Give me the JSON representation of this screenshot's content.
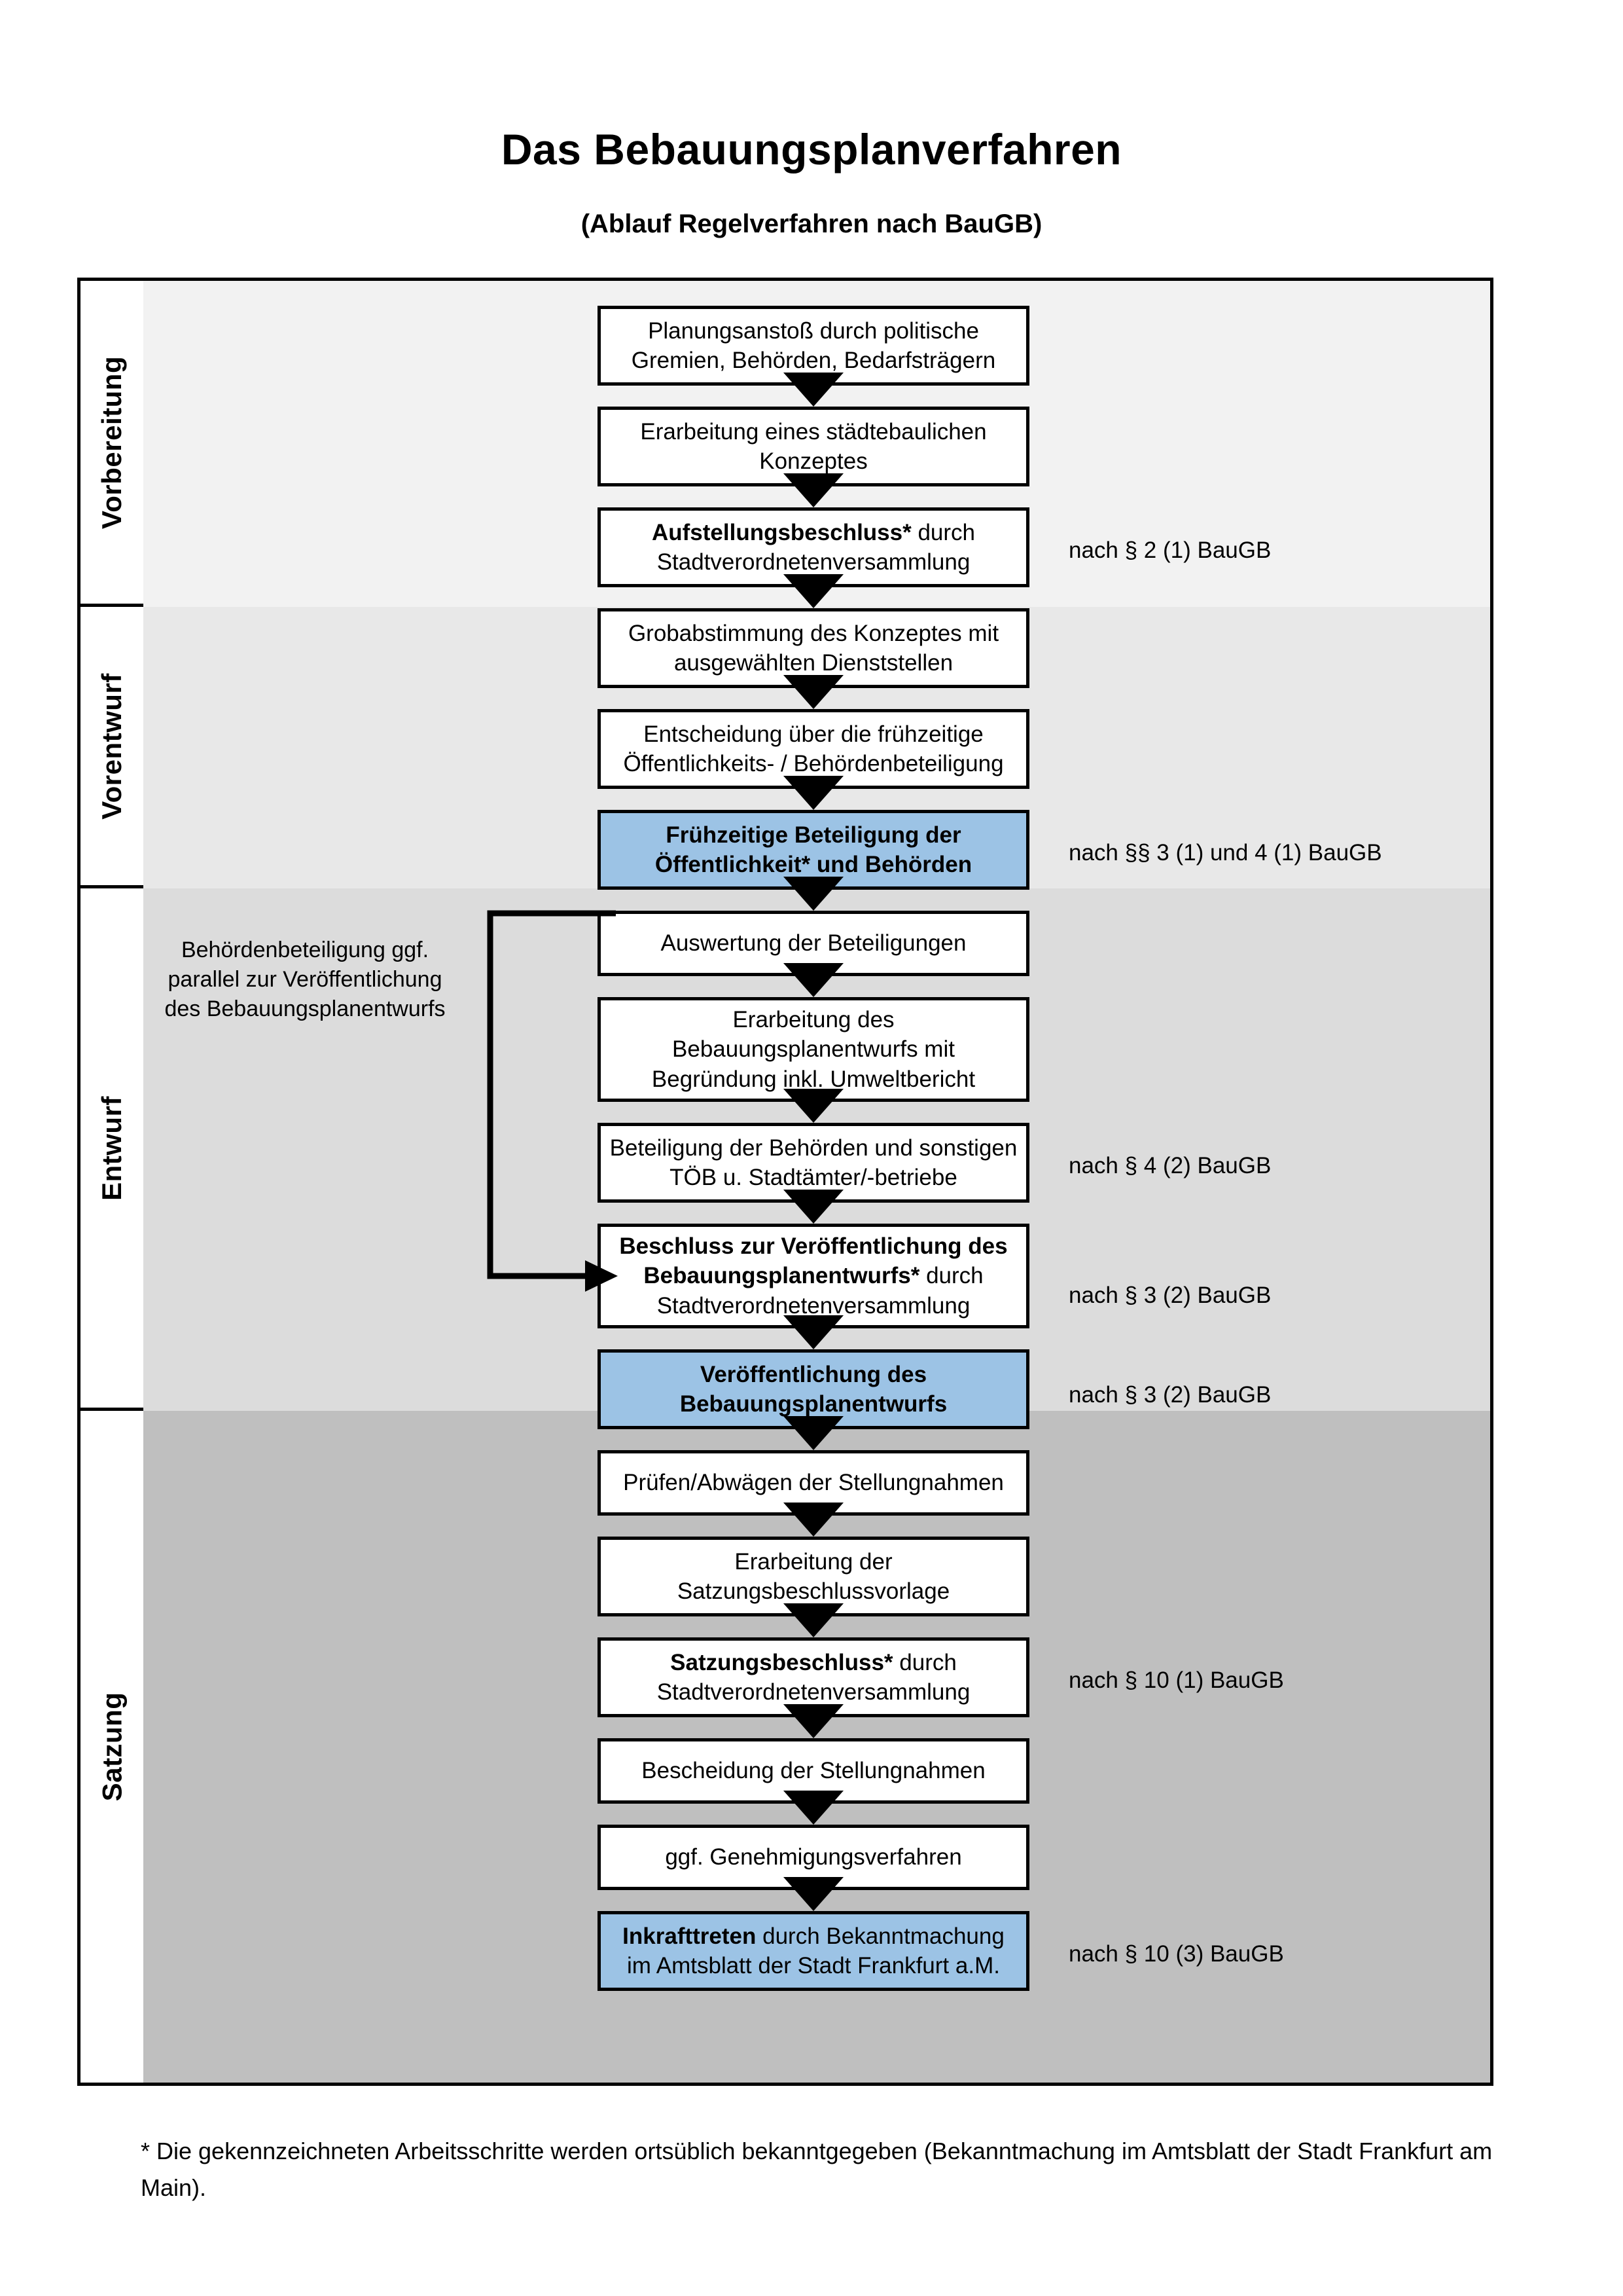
{
  "title": "Das Bebauungsplanverfahren",
  "subtitle": "(Ablauf Regelverfahren nach BauGB)",
  "colors": {
    "highlight_blue": "#9CC3E5",
    "band_1": "#F2F2F2",
    "band_2": "#E8E8E8",
    "band_3": "#DCDCDC",
    "band_4": "#BFBFBF",
    "outline": "#000000"
  },
  "phases": [
    {
      "label": "Vorbereitung"
    },
    {
      "label": "Vorentwurf"
    },
    {
      "label": "Entwurf"
    },
    {
      "label": "Satzung"
    }
  ],
  "steps": [
    {
      "id": "s1",
      "text": "Planungsanstoß durch politische Gremien, Behörden, Bedarfsträgern",
      "bold_prefix": "",
      "highlighted": false
    },
    {
      "id": "s2",
      "text": "Erarbeitung eines städtebaulichen Konzeptes",
      "bold_prefix": "",
      "highlighted": false
    },
    {
      "id": "s3",
      "text": "Stadtverordnetenversammlung",
      "bold_prefix": "Aufstellungsbeschluss*",
      "mid_text": " durch",
      "highlighted": false
    },
    {
      "id": "s4",
      "text": "Grobabstimmung des Konzeptes mit ausgewählten Dienststellen",
      "bold_prefix": "",
      "highlighted": false
    },
    {
      "id": "s5",
      "text": "Entscheidung über die frühzeitige Öffentlichkeits- / Behördenbeteiligung",
      "bold_prefix": "",
      "highlighted": false
    },
    {
      "id": "s6",
      "text": "Frühzeitige Beteiligung der Öffentlichkeit* und Behörden",
      "bold_prefix": "",
      "highlighted": true,
      "all_bold": true
    },
    {
      "id": "s7",
      "text": "Auswertung der Beteiligungen",
      "bold_prefix": "",
      "highlighted": false
    },
    {
      "id": "s8",
      "text": "Erarbeitung des Bebauungsplanentwurfs mit Begründung inkl. Umweltbericht",
      "bold_prefix": "",
      "highlighted": false
    },
    {
      "id": "s9",
      "text": "Beteiligung der Behörden und sonstigen TÖB u. Stadtämter/-betriebe",
      "bold_prefix": "",
      "highlighted": false
    },
    {
      "id": "s10",
      "text": "Stadtverordnetenversammlung",
      "bold_prefix": "Beschluss zur Veröffentlichung des Bebauungsplanentwurfs*",
      "mid_text": " durch",
      "highlighted": false
    },
    {
      "id": "s11",
      "text": "Veröffentlichung des Bebauungsplanentwurfs",
      "bold_prefix": "",
      "highlighted": true,
      "all_bold": true
    },
    {
      "id": "s12",
      "text": "Prüfen/Abwägen der Stellungnahmen",
      "bold_prefix": "",
      "highlighted": false
    },
    {
      "id": "s13",
      "text": "Erarbeitung der Satzungsbeschlussvorlage",
      "bold_prefix": "",
      "highlighted": false
    },
    {
      "id": "s14",
      "text": "Stadtverordnetenversammlung",
      "bold_prefix": "Satzungsbeschluss*",
      "mid_text": " durch",
      "highlighted": false
    },
    {
      "id": "s15",
      "text": "Bescheidung der Stellungnahmen",
      "bold_prefix": "",
      "highlighted": false
    },
    {
      "id": "s16",
      "text": "ggf. Genehmigungsverfahren",
      "bold_prefix": "",
      "highlighted": false
    },
    {
      "id": "s17",
      "text": "durch Bekanntmachung im Amtsblatt der Stadt Frankfurt a.M.",
      "bold_prefix": "Inkrafttreten",
      "mid_text": " ",
      "highlighted": true
    }
  ],
  "legal_notes": [
    {
      "id": "l1",
      "text": "nach § 2 (1) BauGB"
    },
    {
      "id": "l2",
      "text": "nach §§ 3 (1) und 4 (1) BauGB"
    },
    {
      "id": "l3",
      "text": "nach § 4 (2) BauGB"
    },
    {
      "id": "l4",
      "text": "nach § 3 (2) BauGB"
    },
    {
      "id": "l5",
      "text": "nach § 3 (2) BauGB"
    },
    {
      "id": "l6",
      "text": "nach § 10 (1) BauGB"
    },
    {
      "id": "l7",
      "text": "nach § 10 (3) BauGB"
    }
  ],
  "side_note": "Behördenbeteiligung ggf. parallel zur Veröffentlichung des Bebauungsplanentwurfs",
  "footnote": "* Die gekennzeichneten Arbeitsschritte werden ortsüblich bekanntgegeben (Bekanntmachung im Amtsblatt  der Stadt Frankfurt am Main)."
}
